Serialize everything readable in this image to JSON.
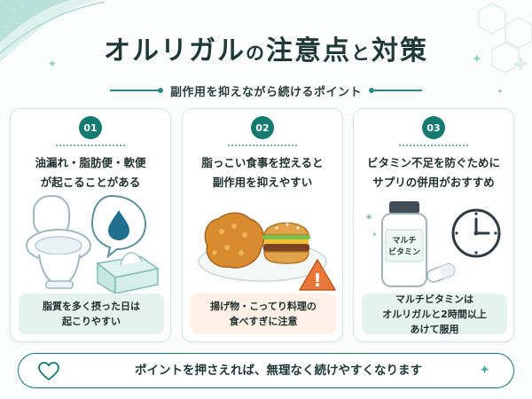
{
  "header": {
    "title_part1": "オルリガル",
    "title_no": "の",
    "title_part2": "注意点",
    "title_to": "と",
    "title_part3": "対策",
    "subtitle": "副作用を抑えながら続けるポイント"
  },
  "cards": [
    {
      "number": "01",
      "title_lines": [
        "油漏れ・脂肪便・軟便",
        "が起こることがある"
      ],
      "note_lines": [
        "脂質を多く摂った日は",
        "起こりやすい"
      ]
    },
    {
      "number": "02",
      "title_lines": [
        "脂っこい食事を控えると",
        "副作用を抑えやすい"
      ],
      "note_lines": [
        "揚げ物・こってり料理の",
        "食べすぎに注意"
      ],
      "warning_symbol": "!"
    },
    {
      "number": "03",
      "title_lines": [
        "ビタミン不足を防ぐために",
        "サプリの併用がおすすめ"
      ],
      "bottle_label_lines": [
        "マルチ",
        "ビタミン"
      ],
      "note_lines": [
        "マルチビタミンは",
        "オルリガルと2時間以上",
        "あけて服用"
      ]
    }
  ],
  "footer": {
    "text": "ポイントを押さえれば、無理なく続けやすくなります"
  },
  "icons": {
    "card1": [
      "toilet-icon",
      "water-drop-icon",
      "tissue-box-icon"
    ],
    "card2": [
      "fried-chicken-icon",
      "burger-icon",
      "warning-icon"
    ],
    "card3": [
      "vitamin-bottle-icon",
      "capsule-icon",
      "clock-icon"
    ],
    "footer": [
      "heart-icon",
      "sparkle-icon"
    ]
  },
  "colors": {
    "accent": "#157a72",
    "card_border": "#d4e8e3",
    "note_teal": "#e5f3ef",
    "note_peach": "#fdf0e6",
    "warning": "#e8793a"
  }
}
